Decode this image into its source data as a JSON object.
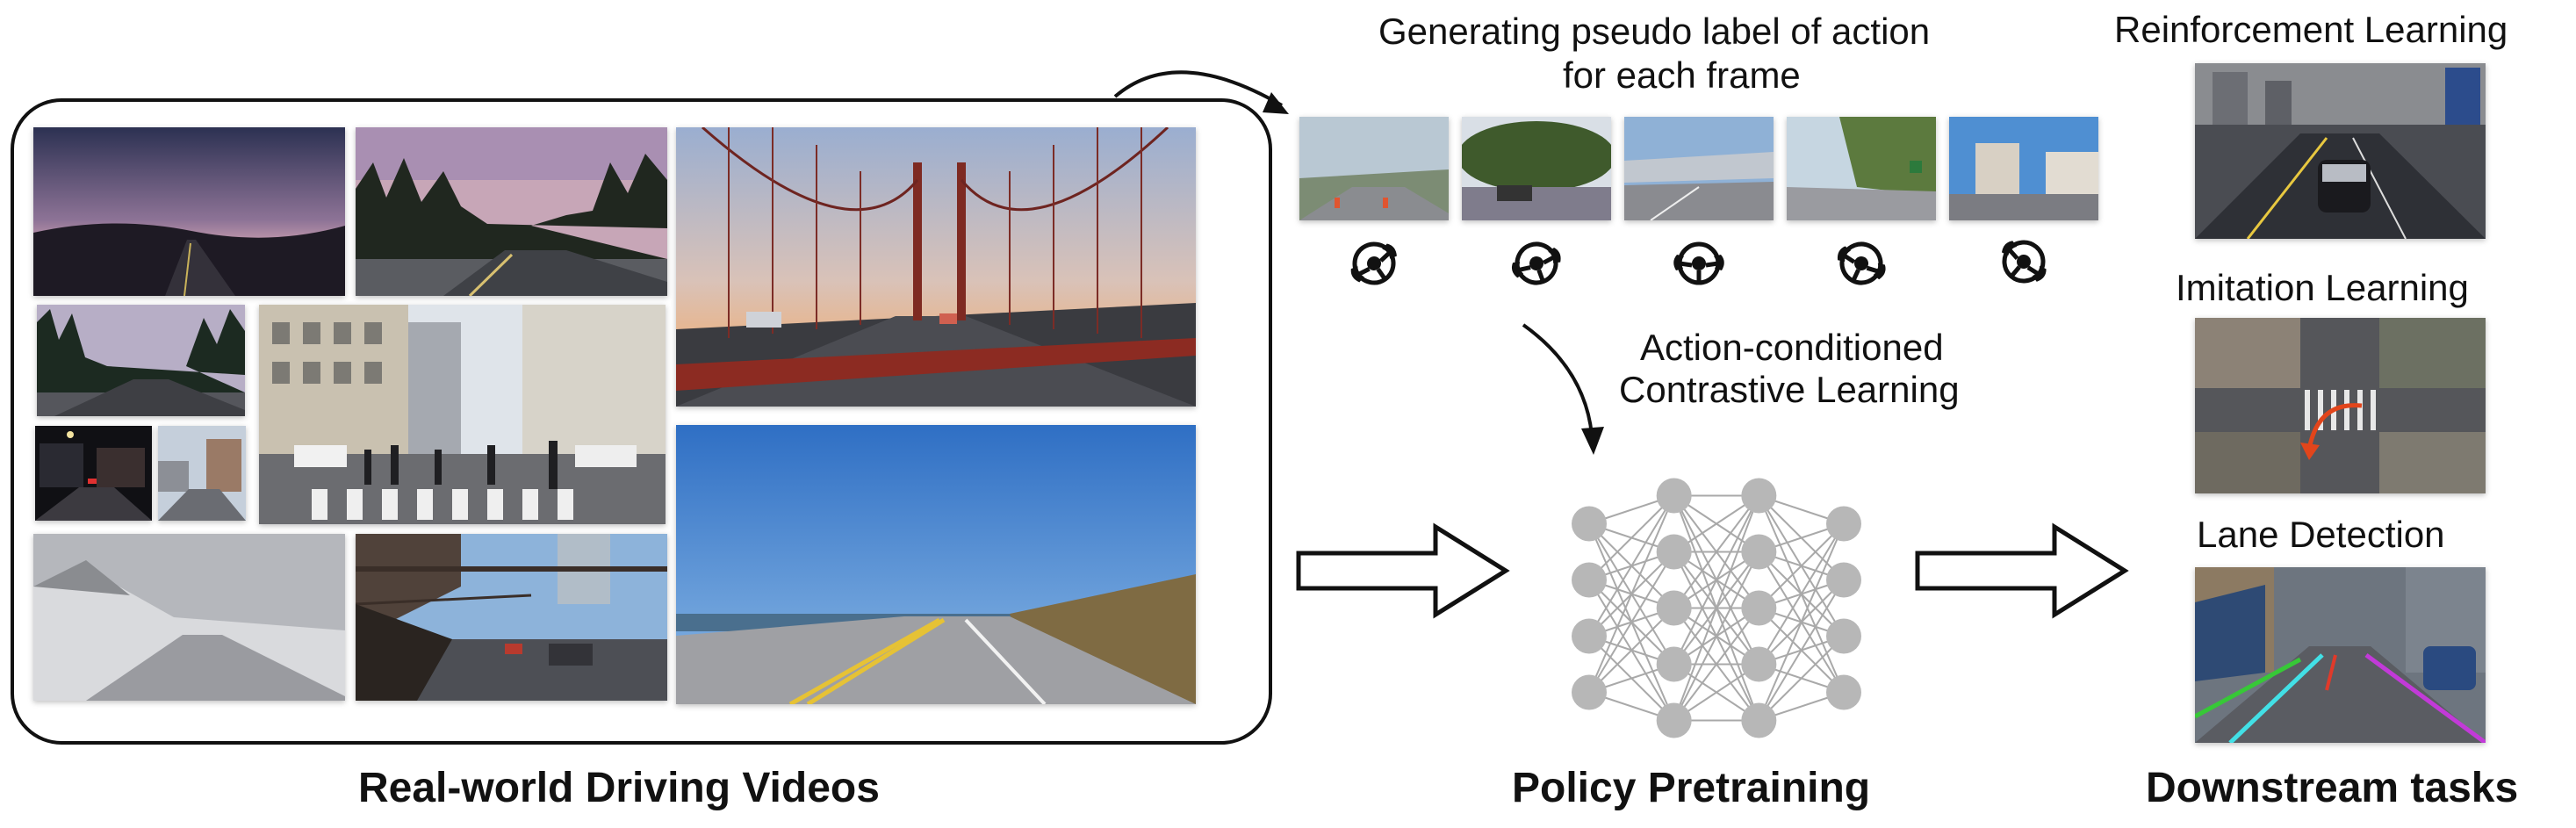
{
  "sections": {
    "videos_caption": "Real-world Driving Videos",
    "pretraining_caption": "Policy Pretraining",
    "downstream_caption": "Downstream tasks"
  },
  "pseudo_label": {
    "line1": "Generating pseudo label of action",
    "line2": "for each frame"
  },
  "contrastive": {
    "line1": "Action-conditioned",
    "line2": "Contrastive Learning"
  },
  "tasks": [
    {
      "label": "Reinforcement Learning"
    },
    {
      "label": "Imitation Learning"
    },
    {
      "label": "Lane Detection"
    }
  ],
  "steering_icons": [
    "steering-wheel-icon",
    "steering-wheel-icon",
    "steering-wheel-icon",
    "steering-wheel-icon",
    "steering-wheel-icon"
  ],
  "network": {
    "layers": [
      4,
      5,
      5,
      4
    ]
  },
  "colors": {
    "stroke": "#111111",
    "node": "#b7b7b7",
    "edge": "#a9a9a9",
    "lane_green": "#37c837",
    "lane_cyan": "#42e0e6",
    "lane_magenta": "#c23ad8",
    "lane_red": "#e03a2a",
    "turn_arrow": "#e2451b"
  }
}
